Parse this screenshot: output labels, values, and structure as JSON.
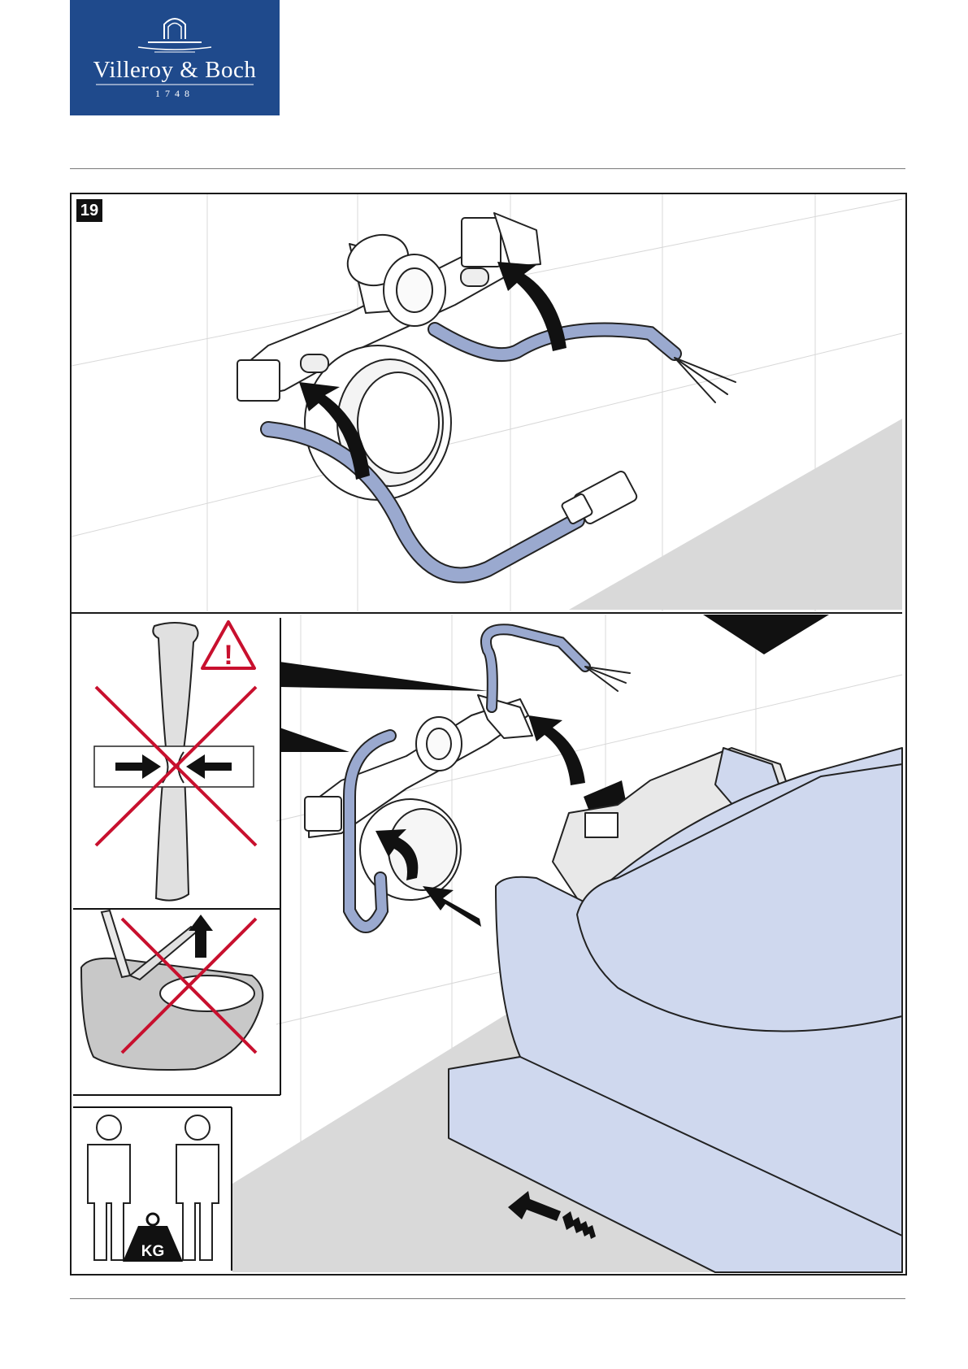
{
  "header": {
    "brand_name": "Villeroy & Boch",
    "brand_year": "1748"
  },
  "step": {
    "number": "19"
  },
  "warnings": {
    "weight_label": "KG",
    "warning_symbol": "!"
  },
  "colors": {
    "brand_blue": "#1f4a8c",
    "hose_blue": "#9aa9cf",
    "ceramic_blue": "#cfd8ee",
    "warning_red": "#c8102e",
    "floor_grey": "#d9d9d9"
  }
}
